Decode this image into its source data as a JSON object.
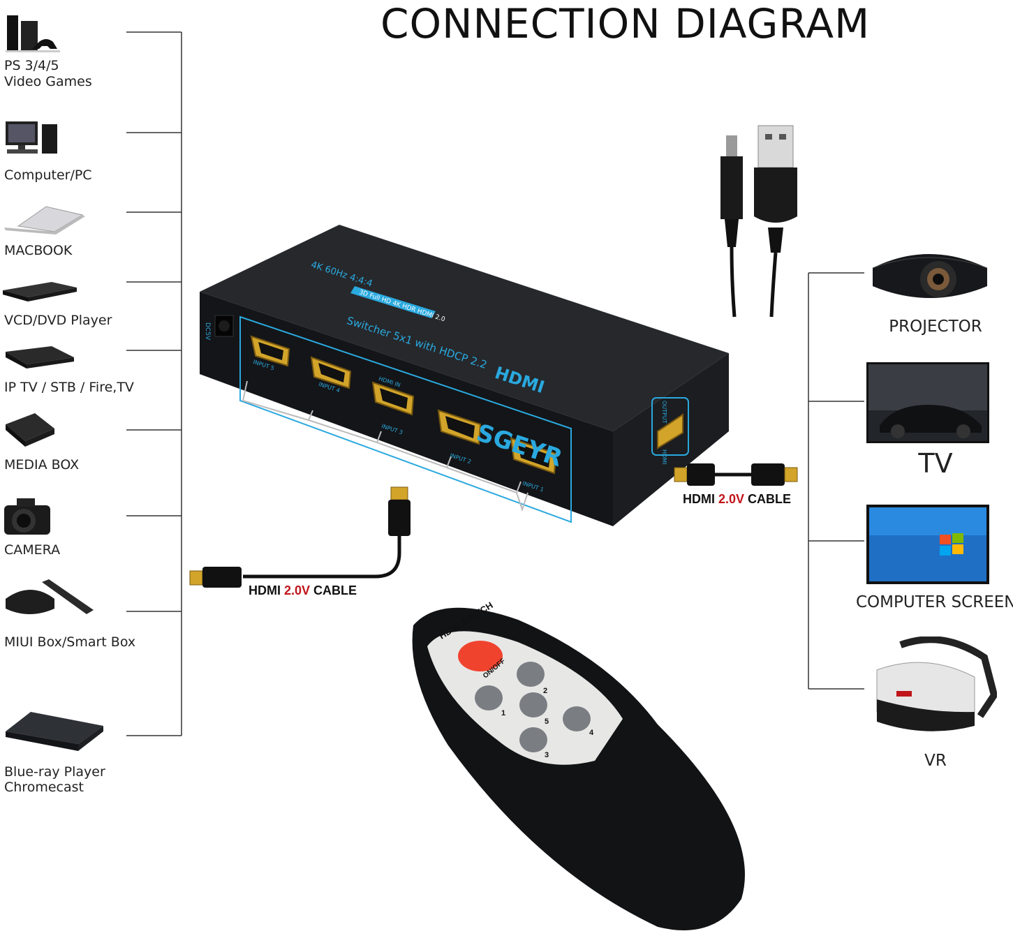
{
  "title": "CONNECTION DIAGRAM",
  "sources": [
    {
      "label_line1": "PS 3/4/5",
      "label_line2": "Video Games",
      "icon": "game-console-icon"
    },
    {
      "label_line1": "Computer/PC",
      "label_line2": "",
      "icon": "desktop-computer-icon"
    },
    {
      "label_line1": "MACBOOK",
      "label_line2": "",
      "icon": "laptop-icon"
    },
    {
      "label_line1": "VCD/DVD Player",
      "label_line2": "",
      "icon": "dvd-player-icon"
    },
    {
      "label_line1": "IP TV / STB / Fire,TV",
      "label_line2": "",
      "icon": "set-top-box-icon"
    },
    {
      "label_line1": "MEDIA BOX",
      "label_line2": "",
      "icon": "media-box-icon"
    },
    {
      "label_line1": "CAMERA",
      "label_line2": "",
      "icon": "camera-icon"
    },
    {
      "label_line1": "MIUI Box/Smart Box",
      "label_line2": "",
      "icon": "smart-box-icon"
    },
    {
      "label_line1": "Blue-ray Player",
      "label_line2": "Chromecast",
      "icon": "bluray-player-icon"
    }
  ],
  "outputs": [
    {
      "label": "PROJECTOR",
      "icon": "projector-icon"
    },
    {
      "label": "TV",
      "icon": "tv-icon"
    },
    {
      "label": "COMPUTER SCREEN",
      "icon": "monitor-icon"
    },
    {
      "label": "VR",
      "icon": "vr-headset-icon"
    }
  ],
  "switcher": {
    "brand": "SGEYR",
    "model_line": "Switcher 5x1 with HDCP 2.2",
    "hdmi_word": "HDMI",
    "badge": "3D Full HD 4K HDR HDMI 2.0",
    "spec": "4K 60Hz 4:4:4",
    "ports": [
      "INPUT 5",
      "INPUT 4",
      "INPUT 3",
      "INPUT 2",
      "INPUT 1"
    ],
    "hdmi_in_label": "HDMI IN",
    "output_label": "OUTPUT",
    "output_sub": "HDMI",
    "power_label": "DC5V"
  },
  "cables": {
    "input_cable": {
      "prefix": "HDMI ",
      "version": "2.0V",
      "suffix": " CABLE"
    },
    "output_cable": {
      "prefix": "HDMI ",
      "version": "2.0V",
      "suffix": " CABLE"
    }
  },
  "remote": {
    "header": "HDMI SWITCH",
    "power_label": "ON/OFF",
    "buttons": [
      "1",
      "2",
      "3",
      "4",
      "5"
    ]
  },
  "colors": {
    "accent": "#2aa9df",
    "cable_red": "#c0141a",
    "switcher_body": "#1d1f22",
    "remote_red": "#f0432e"
  }
}
